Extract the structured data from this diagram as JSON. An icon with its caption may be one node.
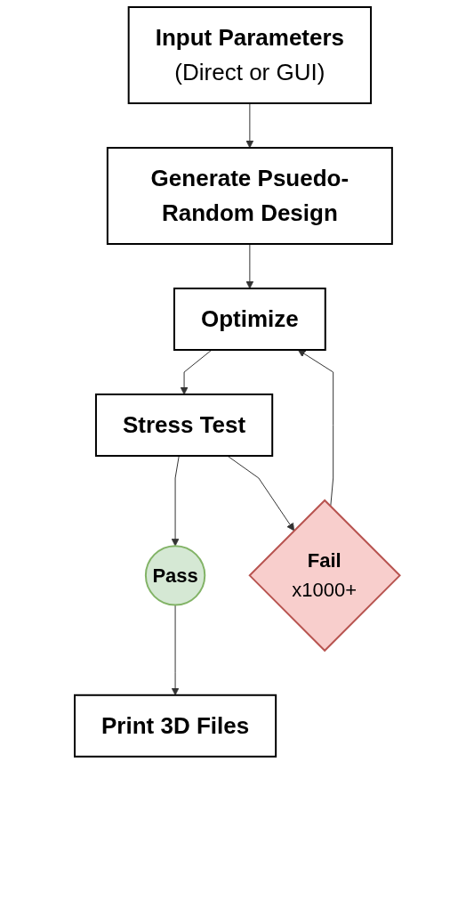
{
  "diagram": {
    "nodes": [
      {
        "text": [
          "Input Parameters",
          "(Direct or GUI)"
        ]
      },
      {
        "text": [
          "Generate Psuedo-Random Design"
        ]
      },
      {
        "text": [
          "Optimize"
        ]
      },
      {
        "text": [
          "Stress Test"
        ]
      },
      {
        "text": [
          "Pass"
        ]
      },
      {
        "text": [
          "Fail",
          "x1000+"
        ]
      },
      {
        "text": [
          "Print 3D Files"
        ]
      }
    ],
    "edges": [
      {
        "from": 0,
        "to": 1,
        "arrow": "to"
      },
      {
        "from": 1,
        "to": 2,
        "arrow": "to"
      },
      {
        "from": 2,
        "to": 3,
        "arrow": "to"
      },
      {
        "from": 3,
        "to": 4,
        "arrow": "to"
      },
      {
        "from": 3,
        "to": 5,
        "arrow": "to"
      },
      {
        "from": 5,
        "to": 2,
        "arrow": "to"
      },
      {
        "from": 4,
        "to": 6,
        "arrow": "to"
      }
    ]
  }
}
